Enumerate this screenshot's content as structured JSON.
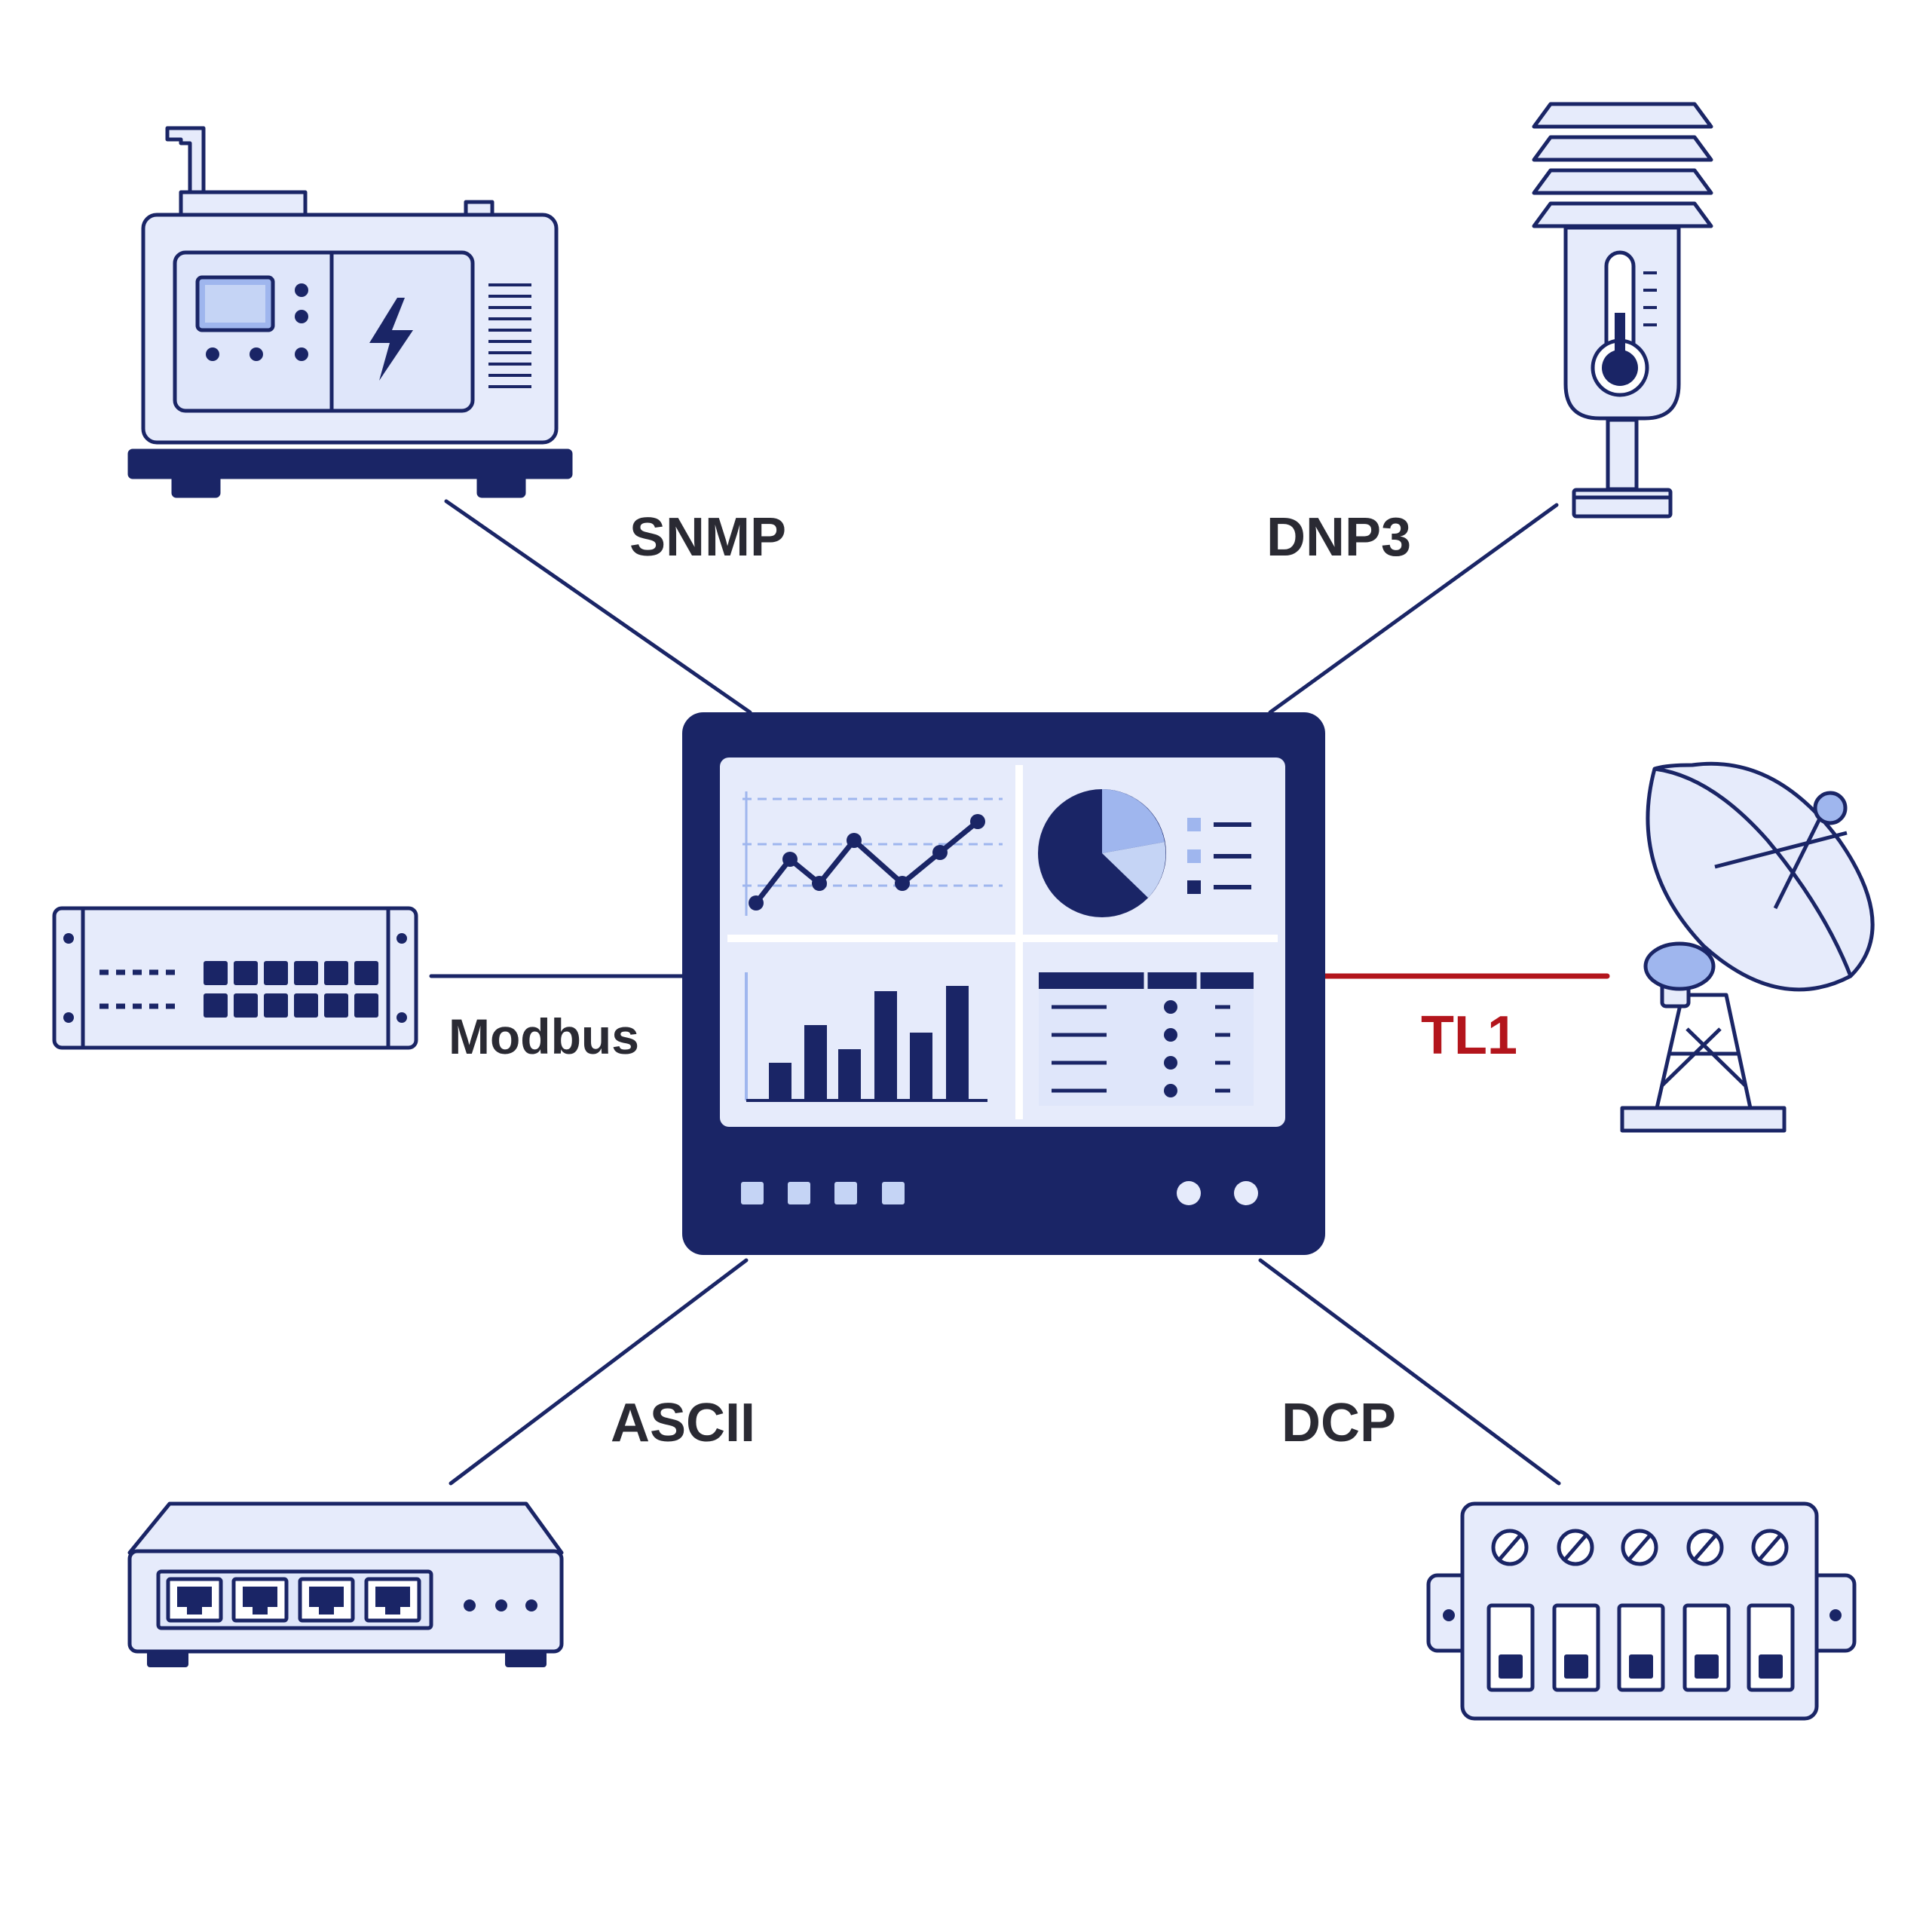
{
  "connections": [
    {
      "id": "snmp",
      "label": "SNMP",
      "device": "generator",
      "color": "#1a2566"
    },
    {
      "id": "dnp3",
      "label": "DNP3",
      "device": "weather-sensor",
      "color": "#1a2566"
    },
    {
      "id": "modbus",
      "label": "Modbus",
      "device": "rack-switch",
      "color": "#1a2566"
    },
    {
      "id": "tl1",
      "label": "TL1",
      "device": "satellite-dish",
      "color": "#b3151c"
    },
    {
      "id": "ascii",
      "label": "ASCII",
      "device": "network-switch",
      "color": "#1a2566"
    },
    {
      "id": "dcp",
      "label": "DCP",
      "device": "terminal-block",
      "color": "#1a2566"
    }
  ],
  "colors": {
    "navy": "#1a2566",
    "light_fill": "#e6ebfb",
    "mid_fill": "#9fb6ee",
    "highlight_line": "#b3151c",
    "label_text": "#2a2a33"
  },
  "icons": [
    "generator-icon",
    "weather-sensor-icon",
    "rack-switch-icon",
    "satellite-dish-icon",
    "network-switch-icon",
    "terminal-block-icon",
    "monitoring-console-icon"
  ]
}
